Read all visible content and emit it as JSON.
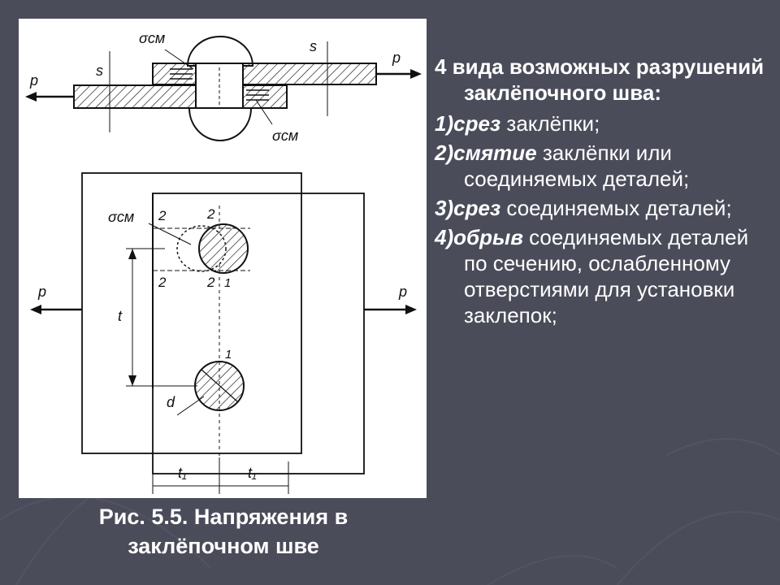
{
  "figure": {
    "labels": {
      "sigma_cm": "σсм",
      "s": "s",
      "p": "p",
      "t": "t",
      "d": "d",
      "t1": "t₁",
      "one": "1",
      "two": "2"
    }
  },
  "caption": {
    "line1": "Рис. 5.5. Напряжения в",
    "line2": "заклёпочном шве"
  },
  "content": {
    "heading": "4 вида возможных разрушений заклёпочного шва:",
    "items": [
      {
        "number": "1)",
        "keyword": "срез",
        "text": " заклёпки;"
      },
      {
        "number": "2)",
        "keyword": "смятие",
        "text": " заклёпки или соединяемых деталей;"
      },
      {
        "number": "3)",
        "keyword": "срез",
        "text": " соединяемых деталей;"
      },
      {
        "number": "4)",
        "keyword": "обрыв",
        "text": " соединяемых деталей по сечению, ослабленному отверстиями для установки заклепок;"
      }
    ]
  },
  "colors": {
    "background": "#4b4c5a",
    "text": "#ffffff",
    "figure_background": "#ffffff"
  }
}
